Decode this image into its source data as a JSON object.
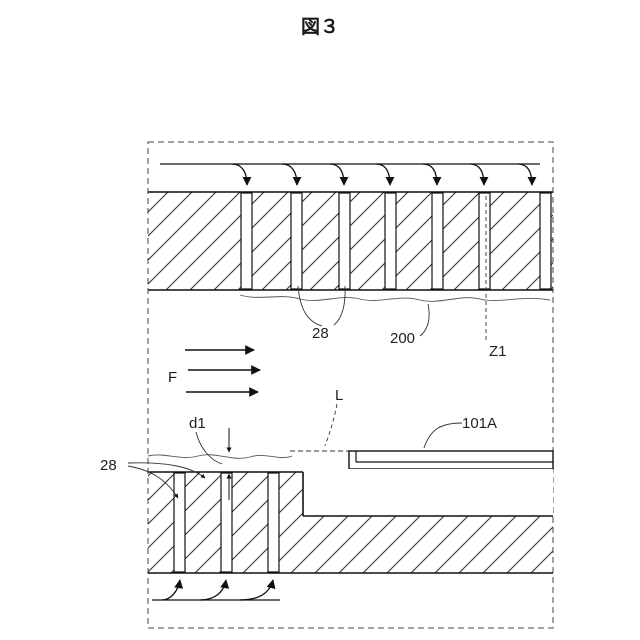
{
  "figure": {
    "title": "図３",
    "labels": {
      "ref_28_top": "28",
      "ref_200": "200",
      "ref_z1": "Z1",
      "ref_f": "F",
      "ref_l": "L",
      "ref_101a": "101A",
      "ref_d1": "d1",
      "ref_28_bottom": "28"
    }
  }
}
